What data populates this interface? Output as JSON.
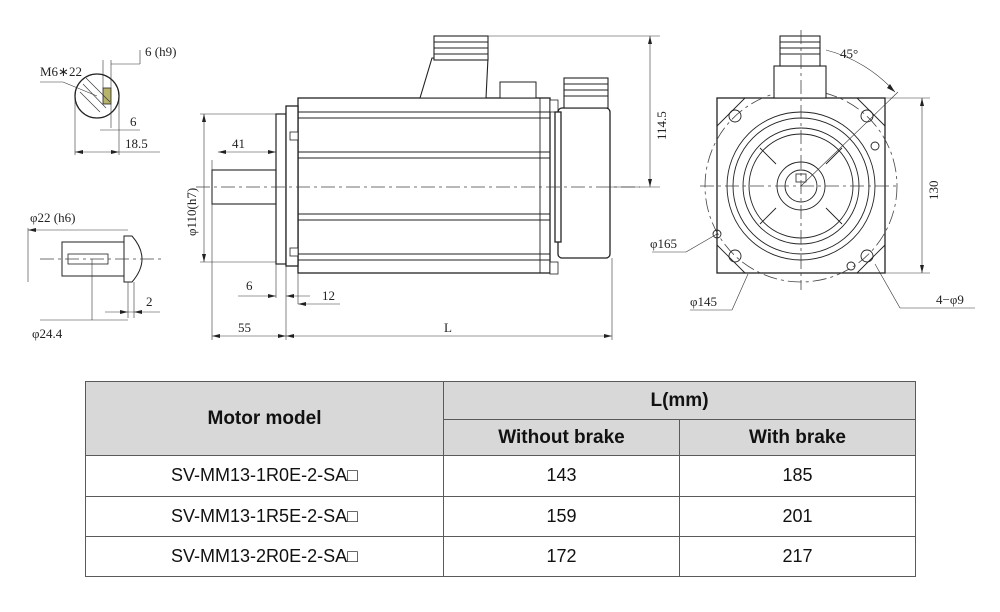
{
  "drawing": {
    "dims": {
      "thread": "M6∗22",
      "key_width": "6 (h9)",
      "key_depth": "6",
      "key_length": "18.5",
      "shaft_dia": "φ22 (h6)",
      "flange_boss": "φ24.4",
      "shaft_step": "2",
      "pilot_dia": "φ110(h7)",
      "key_len2": "41",
      "flange_thick": "6",
      "pilot_len": "12",
      "shaft_len": "55",
      "body_len": "L",
      "conn_height": "114.5",
      "angle": "45°",
      "flange_size": "130",
      "pcd": "φ165",
      "spigot": "φ145",
      "holes": "4−φ9"
    }
  },
  "table": {
    "header_model": "Motor model",
    "header_l": "L(mm)",
    "header_without": "Without brake",
    "header_with": "With brake",
    "rows": [
      {
        "model": "SV-MM13-1R0E-2-SA□",
        "without": "143",
        "with": "185"
      },
      {
        "model": "SV-MM13-1R5E-2-SA□",
        "without": "159",
        "with": "201"
      },
      {
        "model": "SV-MM13-2R0E-2-SA□",
        "without": "172",
        "with": "217"
      }
    ]
  }
}
